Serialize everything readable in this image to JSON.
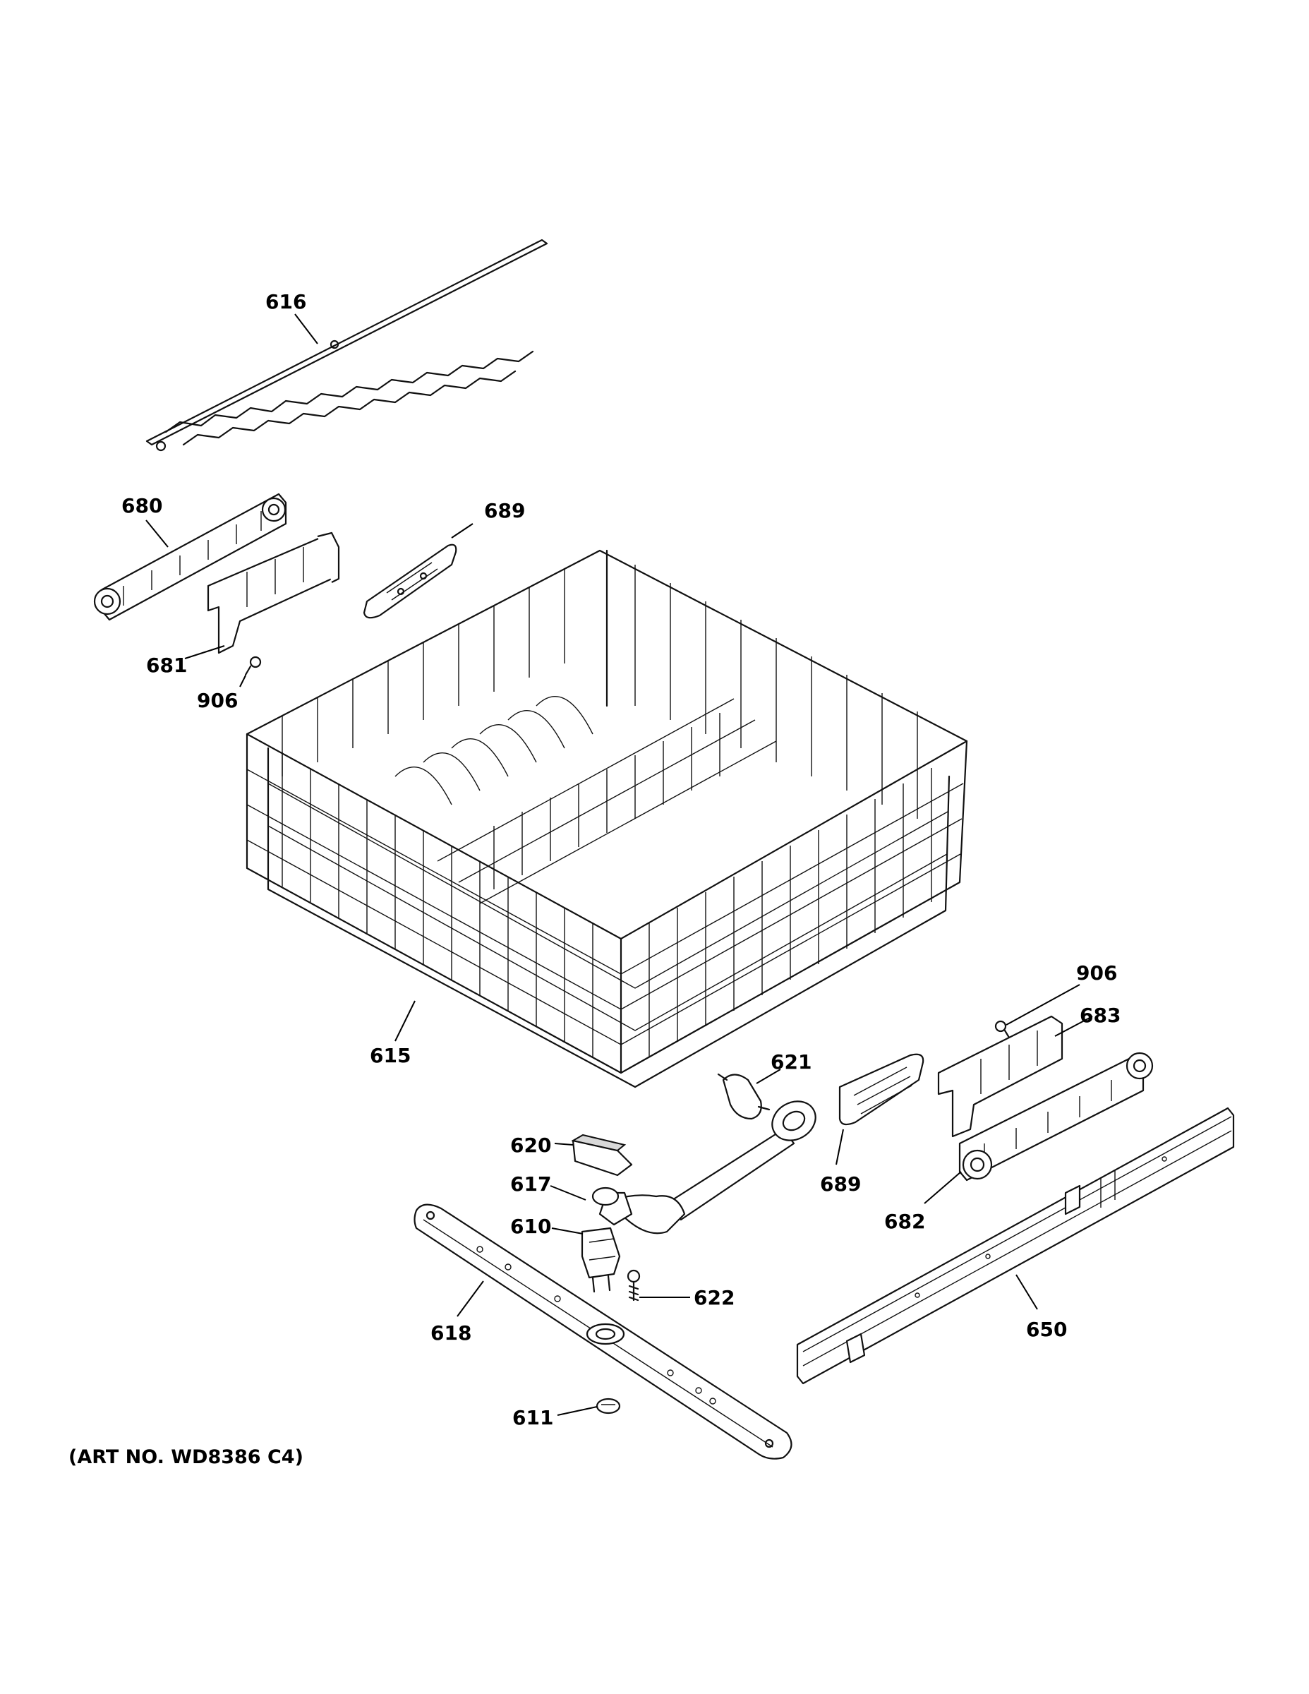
{
  "art_number": "(ART NO. WD8386 C4)",
  "callouts": {
    "c616": "616",
    "c680": "680",
    "c689a": "689",
    "c681": "681",
    "c906a": "906",
    "c615": "615",
    "c906b": "906",
    "c683": "683",
    "c621": "621",
    "c620": "620",
    "c689b": "689",
    "c617": "617",
    "c682": "682",
    "c610": "610",
    "c622": "622",
    "c618": "618",
    "c650": "650",
    "c611": "611"
  }
}
